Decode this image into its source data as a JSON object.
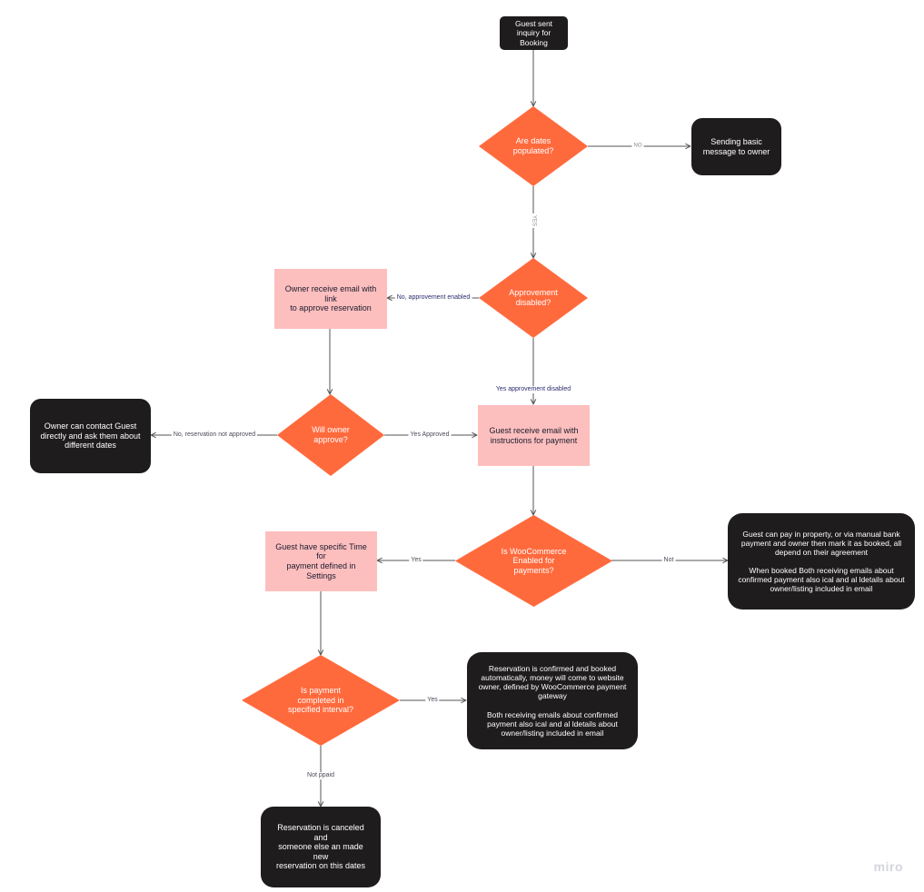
{
  "colors": {
    "dark_node": "#1e1c1c",
    "decision": "#ff6a3d",
    "pink_node": "#fdbfbe",
    "connector": "#555555"
  },
  "nodes": {
    "guest_inquiry": "Guest sent\ninquiry for\nBooking",
    "dates_populated": "Are dates\npopulated?",
    "basic_message": "Sending basic\nmessage to owner",
    "approvement_disabled": "Approvement\ndisabled?",
    "owner_receive_email": "Owner receive email with link\nto approve reservation",
    "will_owner_approve": "Will owner\napprove?",
    "owner_contact_guest": "Owner can contact Guest\ndirectly and ask them about\ndifferent dates",
    "guest_receive_email": "Guest receive email with\ninstructions for payment",
    "woocommerce_enabled": "Is WooCommerce\nEnabled for\npayments?",
    "guest_specific_time": "Guest have specific Time for\npayment defined in Settings",
    "guest_pay_property": "Guest can pay in property, or via manual bank\npayment and owner then mark it as booked, all\ndepend on their agreement\n\nWhen booked Both receiving emails about\nconfirmed payment also ical and al ldetails about\nowner/listing included in email",
    "payment_completed": "Is payment\ncompleted in\nspecified interval?",
    "reservation_confirmed": "Reservation is confirmed and booked\nautomatically, money will come to website\nowner, defined by WooCommerce payment\ngateway\n\nBoth receiving emails about confirmed\npayment also ical and al ldetails about\nowner/listing included in email",
    "reservation_canceled": "Reservation is canceled and\nsomeone else an made new\nreservation on this dates"
  },
  "edges": {
    "dates_no": "NO",
    "dates_yes": "YES",
    "approvement_no": "No, approvement enabled",
    "approvement_yes": "Yes approvement disabled",
    "owner_no": "No, reservation not approved",
    "owner_yes": "Yes Approved",
    "woo_yes": "Yes",
    "woo_not": "Not",
    "payment_yes": "Yes",
    "payment_not": "Not ppaid"
  },
  "brand": "miro"
}
